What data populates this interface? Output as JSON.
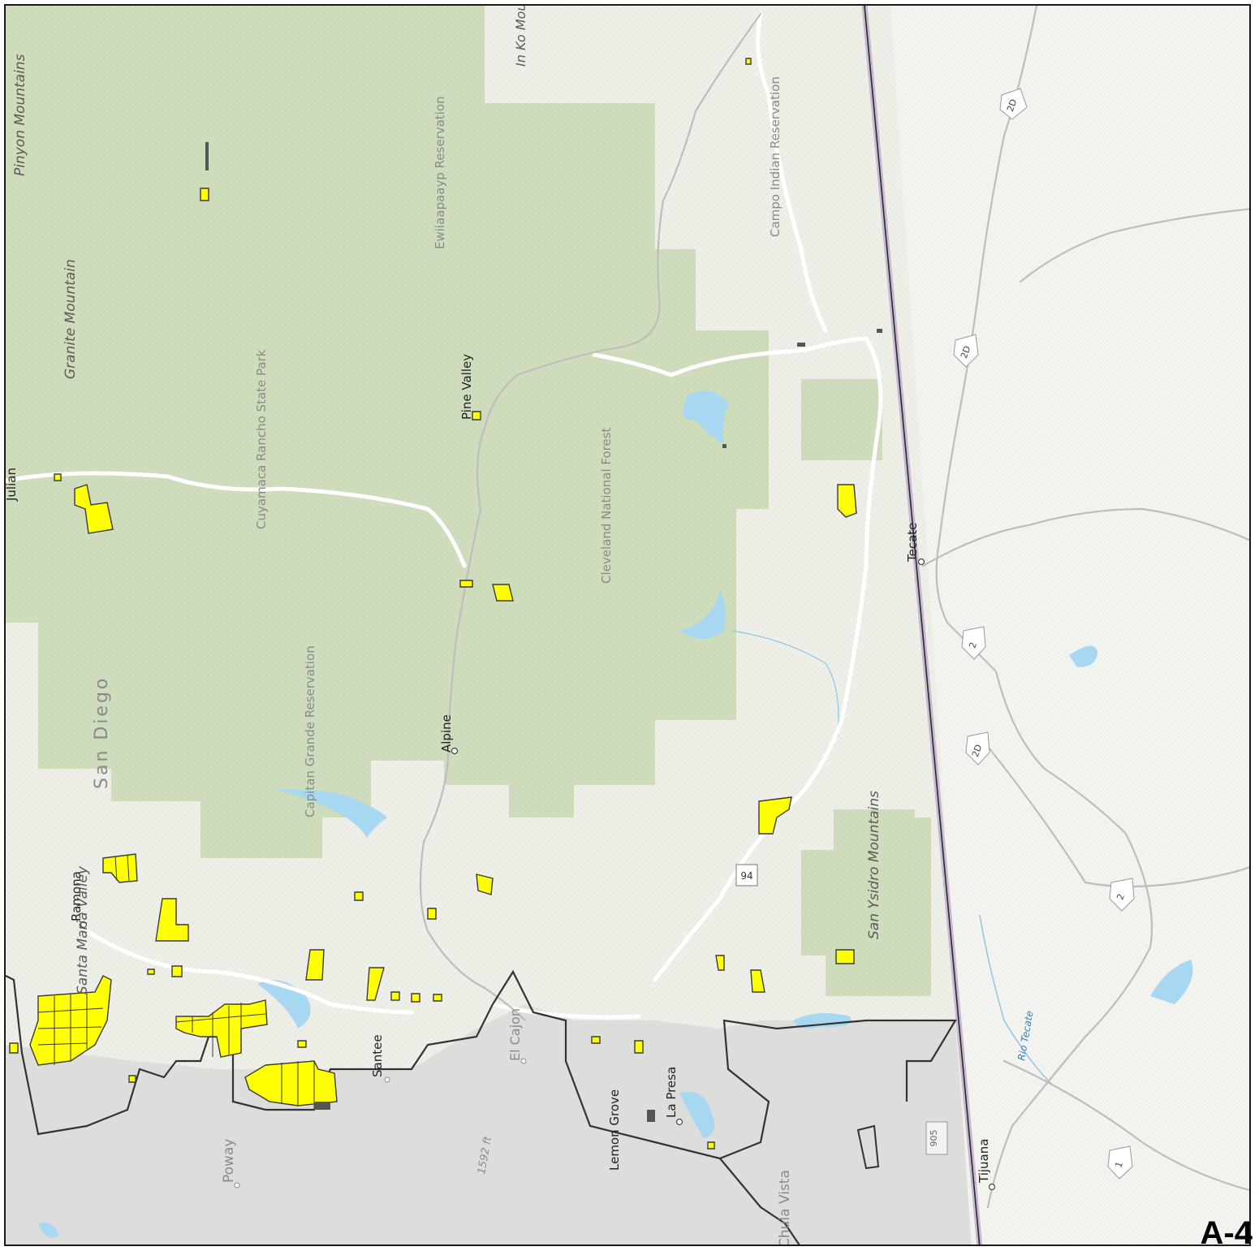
{
  "sheet_label": "A-4",
  "colors": {
    "background": "#f1f1ec",
    "forest_green": "#c9d8b4",
    "urban_gray": "#dcdcda",
    "water": "#a9d8f2",
    "parcel_fill": "#ffff00",
    "parcel_outline": "#3a3a3a",
    "boundary": "#333333",
    "border_line": "#b8a8c8",
    "road": "#ffffff"
  },
  "places": {
    "pinyon_mountains": "Pinyon Mountains",
    "granite_mountain": "Granite Mountain",
    "cuyamaca": "Cuyamaca Rancho State Park",
    "ewiiaapaayp": "Ewiiaapaayp Reservation",
    "campo": "Campo Indian Reservation",
    "pine_valley": "Pine Valley",
    "cleveland": "Cleveland National Forest",
    "tecate": "Tecate",
    "san_diego": "San Diego",
    "capitan_grande": "Capitan Grande Reservation",
    "alpine": "Alpine",
    "ramona": "Ramona",
    "santa_maria_valley": "Santa Maria Valley",
    "san_ysidro_mountains": "San Ysidro Mountains",
    "santee": "Santee",
    "el_cajon": "El Cajon",
    "lemon_grove": "Lemon Grove",
    "la_presa": "La Presa",
    "poway": "Poway",
    "chula_vista": "Chula Vista",
    "tijuana": "Tijuana",
    "rio_tecate": "Rio Tecate",
    "elevation": "1592 ft",
    "julian": "Julian",
    "in_ko_mountains": "In Ko Mountains"
  },
  "road_shields": {
    "r94": "94",
    "r905": "905",
    "mx2d_a": "2D",
    "mx2d_b": "2D",
    "mx2d_c": "2D",
    "mx2_a": "2",
    "mx2_b": "2",
    "mx1": "1"
  }
}
